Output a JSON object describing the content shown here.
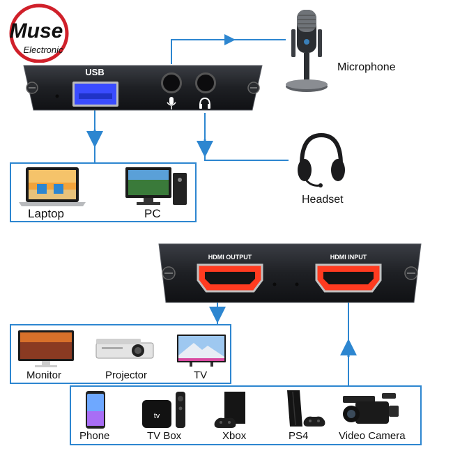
{
  "logo": {
    "brand": "Muse",
    "sub": "Electronic"
  },
  "top_device": {
    "port_label": "USB",
    "microphone_label": "Microphone",
    "headset_label": "Headset",
    "computers": [
      {
        "label": "Laptop"
      },
      {
        "label": "PC"
      }
    ]
  },
  "bottom_device": {
    "output_label": "HDMI OUTPUT",
    "input_label": "HDMI INPUT",
    "displays": [
      {
        "label": "Monitor"
      },
      {
        "label": "Projector"
      },
      {
        "label": "TV"
      }
    ],
    "sources": [
      {
        "label": "Phone"
      },
      {
        "label": "TV Box"
      },
      {
        "label": "Xbox"
      },
      {
        "label": "PS4"
      },
      {
        "label": "Video Camera"
      }
    ]
  },
  "colors": {
    "accent": "#2d86d0",
    "logo_red": "#d0202a",
    "device": "#1e2024"
  }
}
